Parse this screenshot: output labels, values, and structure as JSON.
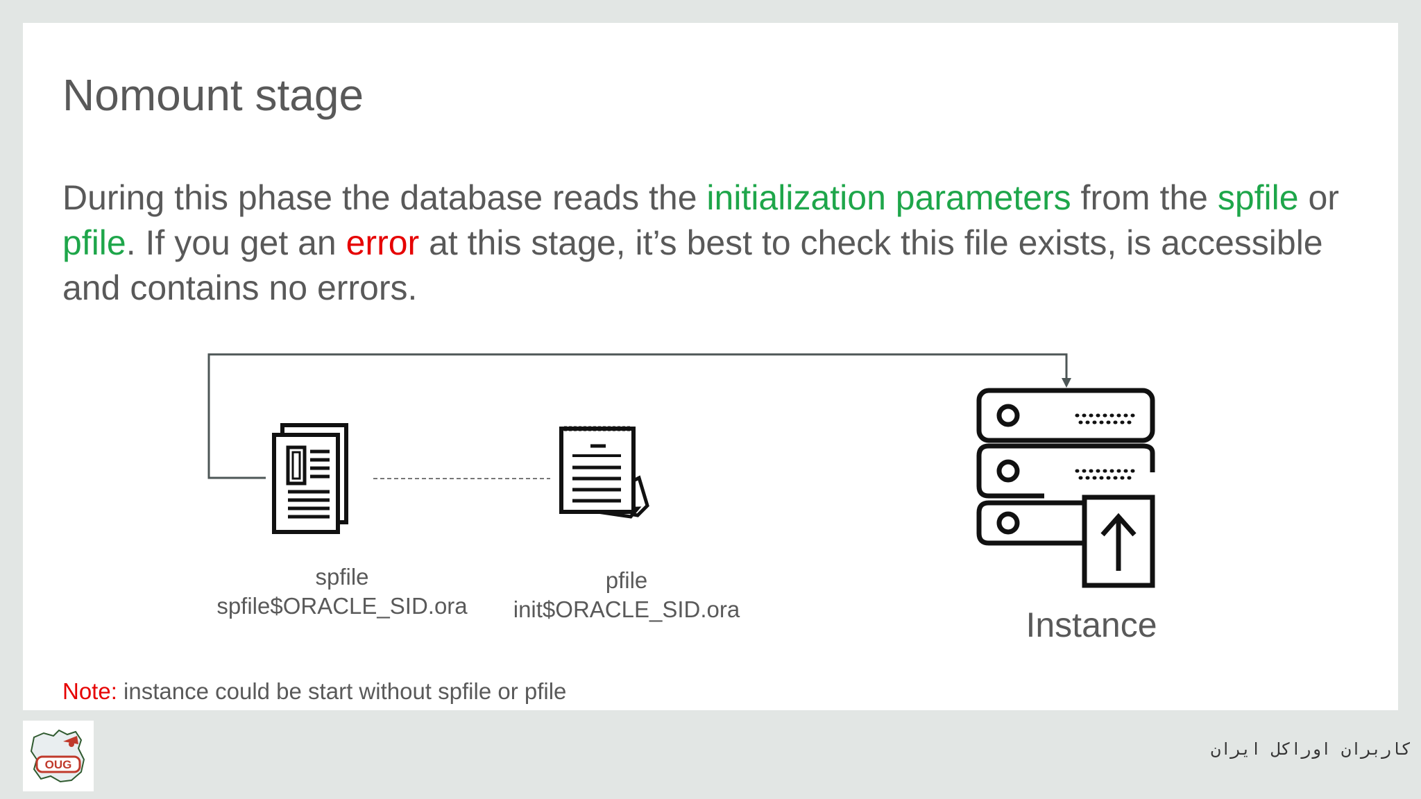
{
  "slide": {
    "title": "Nomount stage",
    "body": {
      "part1": "During this phase the database reads the ",
      "highlight1": "initialization parameters",
      "part2": " from the ",
      "highlight2": "spfile",
      "part3": " or ",
      "highlight3": "pfile",
      "part4": ". If you get an ",
      "highlight4": "error",
      "part5": " at this stage, it’s best to check this file exists, is accessible and contains no errors."
    },
    "diagram": {
      "spfile": {
        "name": "spfile",
        "path": "spfile$ORACLE_SID.ora",
        "icon": "document-stack-icon"
      },
      "pfile": {
        "name": "pfile",
        "path": "init$ORACLE_SID.ora",
        "icon": "document-pages-icon"
      },
      "instance": {
        "label": "Instance",
        "icon": "server-upload-icon"
      }
    },
    "note": {
      "prefix": "Note:",
      "text": " instance could be start without spfile or pfile"
    }
  },
  "footer": {
    "text": "کاربران اوراکل ایران",
    "logo_text": "OUG",
    "logo_icon": "oug-logo-icon"
  },
  "colors": {
    "text": "#595959",
    "highlight_green": "#1ea64a",
    "highlight_red": "#e60000",
    "background": "#e2e6e4",
    "slide": "#ffffff"
  }
}
